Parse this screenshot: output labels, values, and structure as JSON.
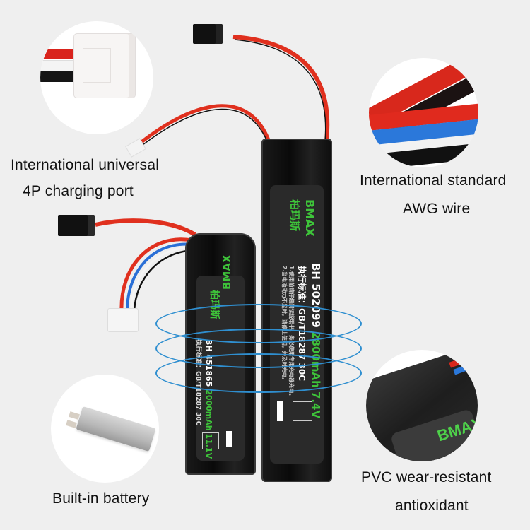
{
  "features": [
    {
      "id": "charging-port",
      "lines": [
        "International universal",
        "4P charging port"
      ],
      "inset": "white 4-pin JST connector with red/white/black wires"
    },
    {
      "id": "awg-wire",
      "lines": [
        "International standard",
        "AWG wire"
      ],
      "inset": "red, black, blue, white silicone AWG wires"
    },
    {
      "id": "built-in-battery",
      "lines": [
        "Built-in battery"
      ],
      "inset": "silver lithium polymer cell"
    },
    {
      "id": "pvc",
      "lines": [
        "PVC wear-resistant",
        "antioxidant"
      ],
      "inset": "black PVC wrapped battery close-up"
    }
  ],
  "batteries": [
    {
      "id": "large",
      "brand": "BMAX",
      "brand_cn": "柏玛斯",
      "model": "BH 502099",
      "capacity": "2800mAh 7.4V",
      "standard": "执行标准：GB/T18287 30C",
      "note1": "1.使用前请仔细阅读说明书，务必使用专用充电器充电。",
      "note2": "2.当电池动力不足时，请停止使用，并及时充电。"
    },
    {
      "id": "small",
      "brand": "BMAX",
      "brand_cn": "柏玛斯",
      "model": "BH 451865",
      "capacity": "2000mAh 11.1V",
      "standard": "执行标准：GB/T18287 30C"
    }
  ],
  "colors": {
    "background": "#efefef",
    "accent_green": "#3ec43a",
    "ring_blue": "#2f8fd0",
    "wire_red": "#e0301e",
    "wire_blue": "#2a6fd6"
  }
}
